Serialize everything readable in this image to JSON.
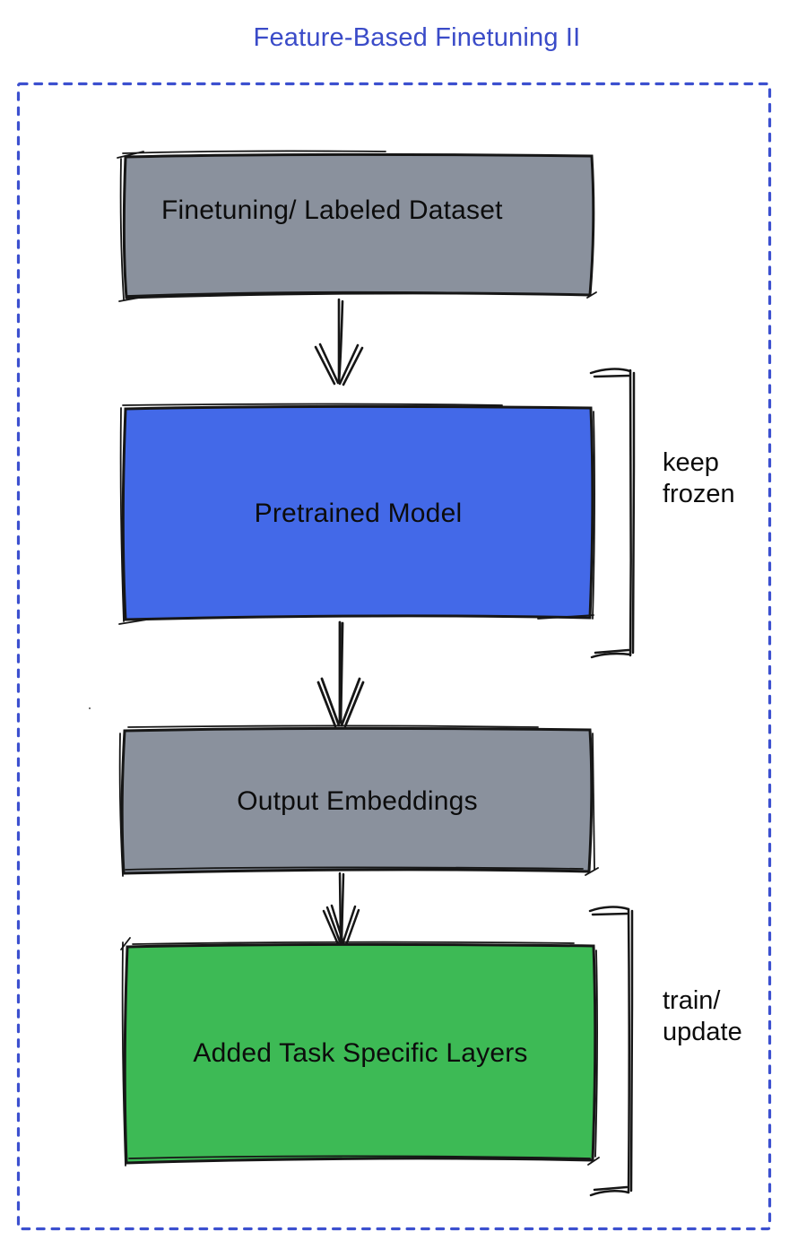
{
  "title": "Feature-Based Finetuning II",
  "colors": {
    "title_text": "#3a4bc8",
    "dashed_border": "#3c50cf",
    "gray_box": "#8a919d",
    "blue_box": "#4369e8",
    "green_box": "#3dba55",
    "ink": "#161616"
  },
  "diagram": {
    "nodes": [
      {
        "id": "finetuning-dataset",
        "label": "Finetuning/ Labeled Dataset",
        "fill": "gray"
      },
      {
        "id": "pretrained-model",
        "label": "Pretrained Model",
        "fill": "blue"
      },
      {
        "id": "output-embeddings",
        "label": "Output Embeddings",
        "fill": "gray"
      },
      {
        "id": "added-task-layers",
        "label": "Added Task Specific Layers",
        "fill": "green"
      }
    ],
    "edges": [
      {
        "from": "finetuning-dataset",
        "to": "pretrained-model"
      },
      {
        "from": "pretrained-model",
        "to": "output-embeddings"
      },
      {
        "from": "output-embeddings",
        "to": "added-task-layers"
      }
    ],
    "annotations": [
      {
        "label": "keep frozen",
        "target": "pretrained-model"
      },
      {
        "label": "train/ update",
        "target": "added-task-layers"
      }
    ]
  }
}
